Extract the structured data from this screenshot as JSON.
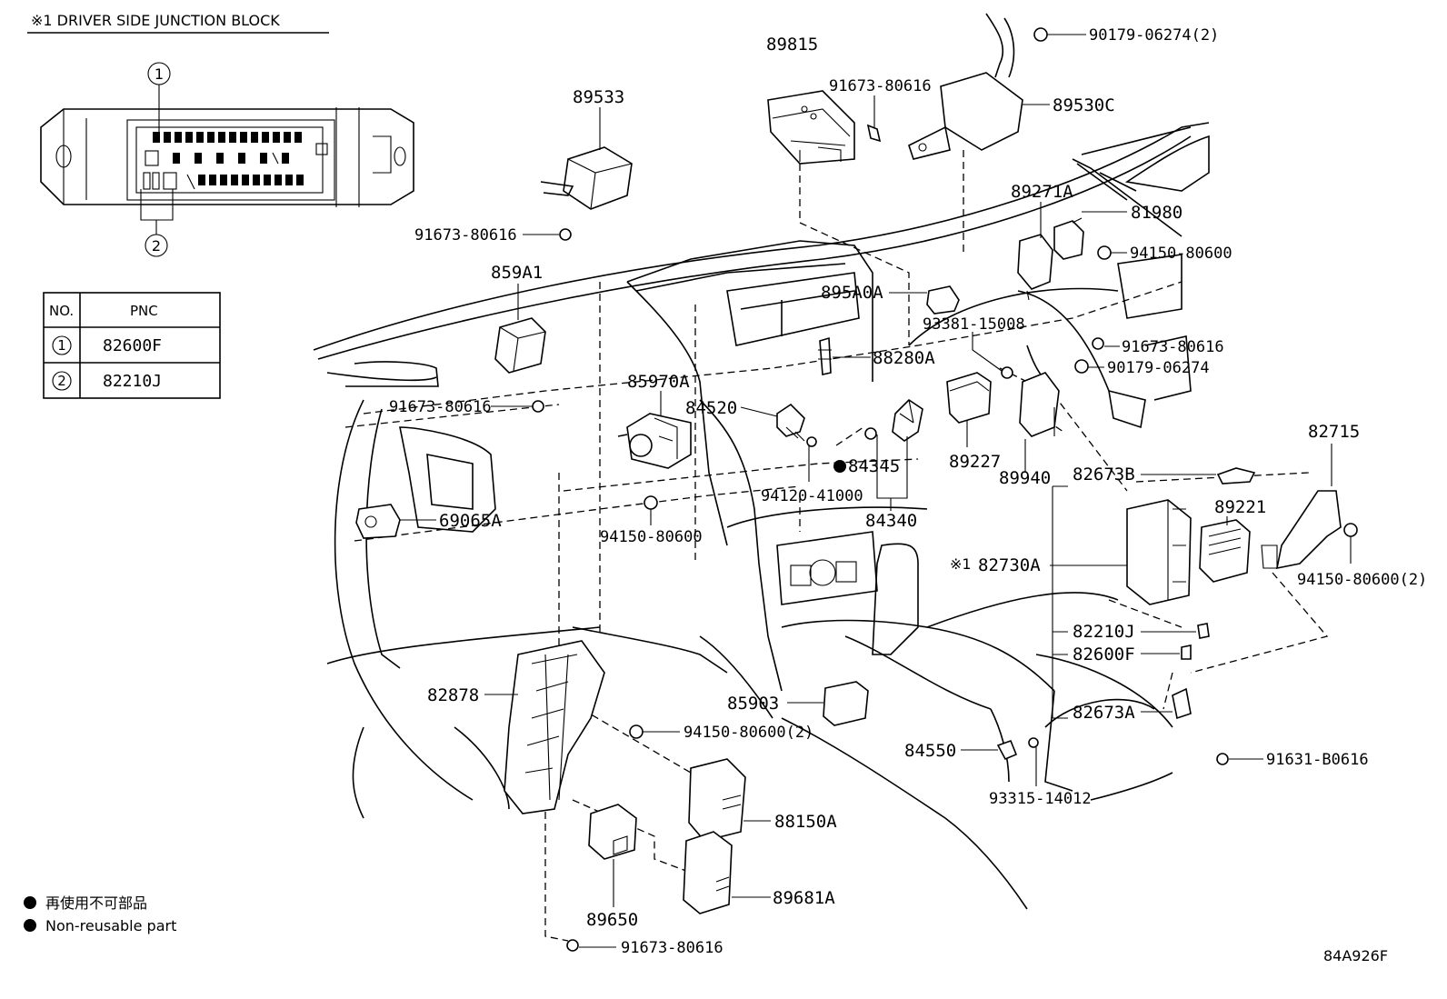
{
  "junction_block": {
    "title": "※1  DRIVER SIDE JUNCTION BLOCK",
    "callout_1": "1",
    "callout_2": "2"
  },
  "table": {
    "headers": [
      "NO.",
      "PNC"
    ],
    "rows": [
      {
        "no": "1",
        "pnc": "82600F"
      },
      {
        "no": "2",
        "pnc": "82210J"
      }
    ]
  },
  "legend": {
    "japanese": "再使用不可部品",
    "english": "Non-reusable part"
  },
  "diagram_code": "84A926F",
  "parts": {
    "p89815": "89815",
    "p91673_a": "91673-80616",
    "p90179_2": "90179-06274(2)",
    "p89530C": "89530C",
    "p89533": "89533",
    "p91673_b": "91673-80616",
    "p89271A": "89271A",
    "p81980": "81980",
    "p94150_a": "94150-80600",
    "p859A1": "859A1",
    "p895A0A": "895A0A",
    "p93381": "93381-15008",
    "p91673_c": "91673-80616",
    "p88280A": "88280A",
    "p90179": "90179-06274",
    "p91673_d": "91673-80616",
    "p85970A": "85970A",
    "p84520": "84520",
    "p84345": "84345",
    "p89227": "89227",
    "p89940": "89940",
    "p82673B": "82673B",
    "p82715": "82715",
    "p94120": "94120-41000",
    "p89221": "89221",
    "p69065A": "69065A",
    "p84340": "84340",
    "p94150_b": "94150-80600",
    "p82730A": "82730A",
    "p82730A_mark": "※1",
    "p94150_c": "94150-80600(2)",
    "p82210J": "82210J",
    "p82600F": "82600F",
    "p82878": "82878",
    "p85903": "85903",
    "p82673A": "82673A",
    "p94150_d": "94150-80600(2)",
    "p84550": "84550",
    "p91631": "91631-B0616",
    "p93315": "93315-14012",
    "p88150A": "88150A",
    "p89681A": "89681A",
    "p89650": "89650",
    "p91673_e": "91673-80616"
  }
}
